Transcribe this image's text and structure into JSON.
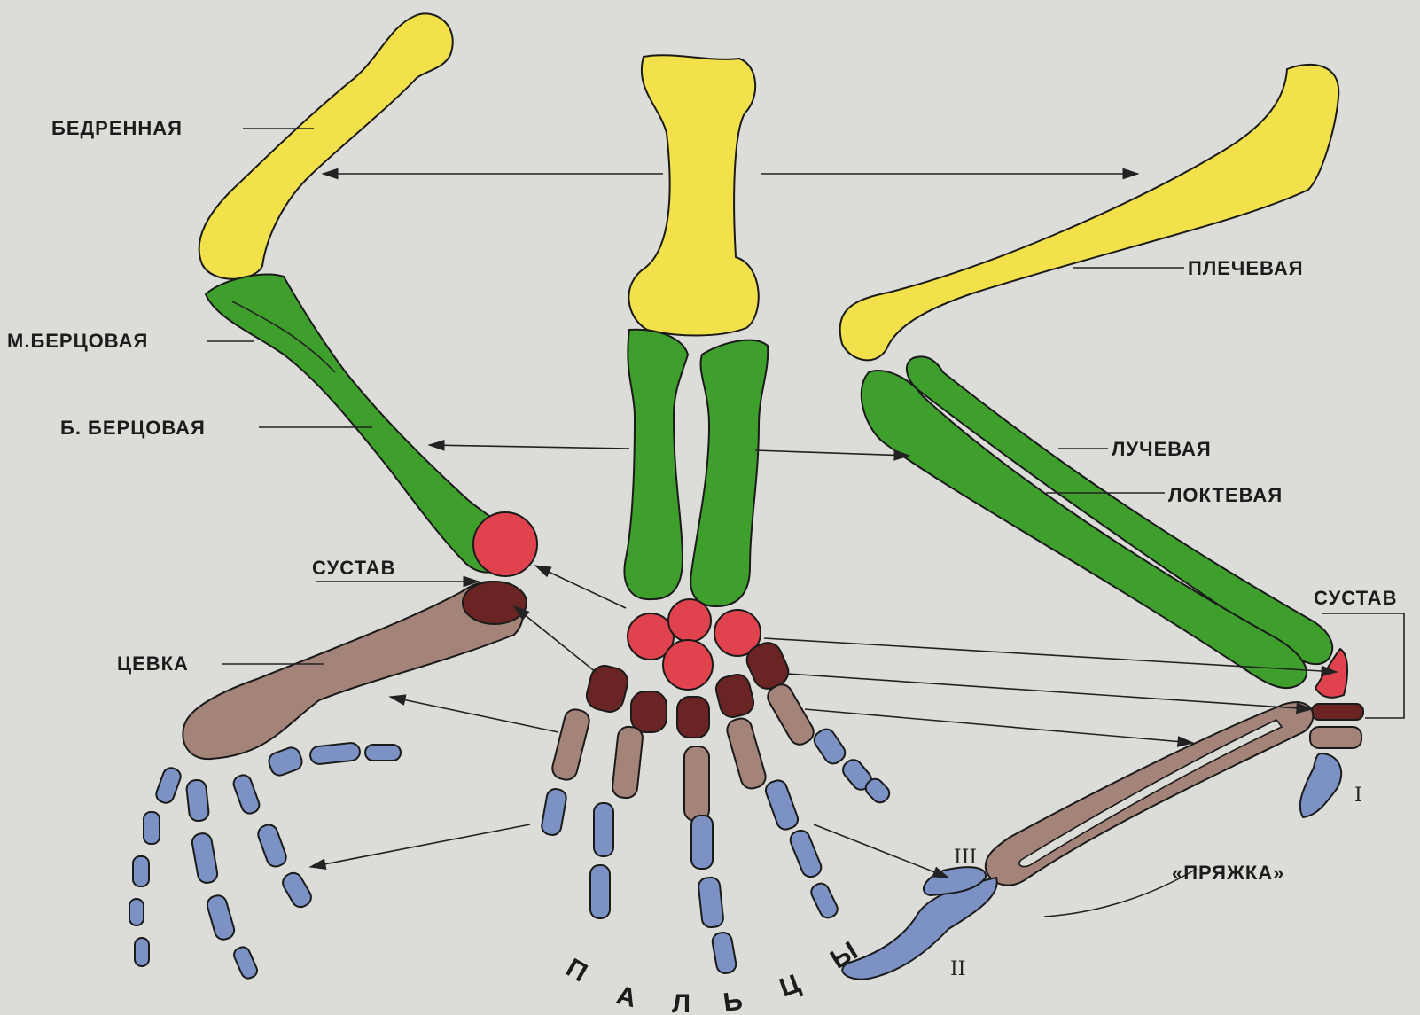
{
  "labels": {
    "femur": "БЕДРЕННАЯ",
    "fibula": "М.БЕРЦОВАЯ",
    "tibia": "Б. БЕРЦОВАЯ",
    "joint_left": "СУСТАВ",
    "tarsometatarsus": "ЦЕВКА",
    "humerus": "ПЛЕЧЕВАЯ",
    "radius": "ЛУЧЕВАЯ",
    "ulna": "ЛОКТЕВАЯ",
    "joint_right": "СУСТАВ",
    "carpometacarpus": "«ПРЯЖКА»",
    "digits_letters": [
      "П",
      "А",
      "Л",
      "Ь",
      "Ц",
      "Ы"
    ],
    "digit_numerals": [
      "I",
      "II",
      "III"
    ]
  },
  "colors": {
    "background": "#dcdcd8",
    "upper_limb_bone": "#f2e14a",
    "middle_bones": "#3f9f2c",
    "joint": "#e0434e",
    "tarsal_carpal": "#6b2424",
    "metapodials": "#a48378",
    "phalanges": "#7c92c4"
  }
}
